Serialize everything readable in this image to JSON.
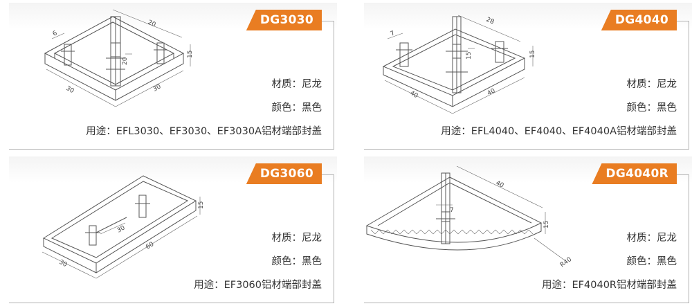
{
  "panels": [
    {
      "model": "DG3030",
      "material_label": "材质：",
      "material": "尼龙",
      "color_label": "颜色：",
      "color": "黑色",
      "usage_label": "用途：",
      "usage": "EFL3030、EF3030、EF3030A铝材端部封盖",
      "dims": [
        "20",
        "6",
        "15",
        "20",
        "30",
        "30"
      ]
    },
    {
      "model": "DG4040",
      "material_label": "材质：",
      "material": "尼龙",
      "color_label": "颜色：",
      "color": "黑色",
      "usage_label": "用途：",
      "usage": "EFL4040、EF4040、EF4040A铝材端部封盖",
      "dims": [
        "28",
        "7",
        "15",
        "15",
        "40",
        "40"
      ]
    },
    {
      "model": "DG3060",
      "material_label": "材质：",
      "material": "尼龙",
      "color_label": "颜色：",
      "color": "黑色",
      "usage_label": "用途：",
      "usage": "EF3060铝材端部封盖",
      "dims": [
        "15",
        "30",
        "60",
        "30"
      ]
    },
    {
      "model": "DG4040R",
      "material_label": "材质：",
      "material": "尼龙",
      "color_label": "颜色：",
      "color": "黑色",
      "usage_label": "用途：",
      "usage": "EF4040R铝材端部封盖",
      "dims": [
        "40",
        "7",
        "15",
        "R40"
      ]
    }
  ],
  "colors": {
    "tag": "#e97d22",
    "text": "#333333",
    "line": "#555555"
  }
}
